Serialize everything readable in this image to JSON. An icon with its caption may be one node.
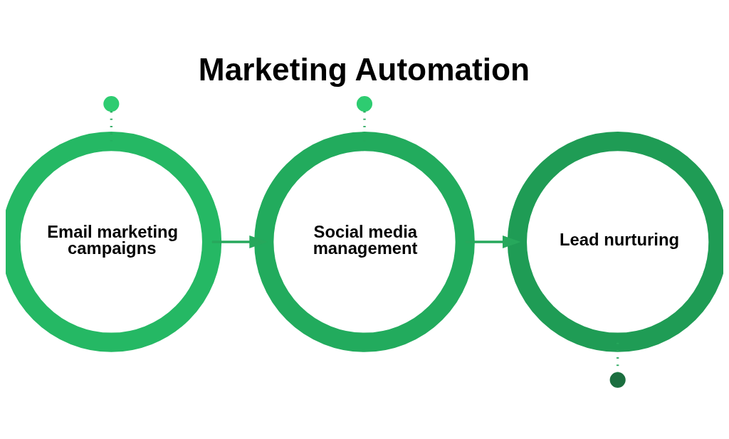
{
  "diagram": {
    "title": "Marketing Automation",
    "nodes": [
      {
        "text": [
          "Email marketing campaigns"
        ]
      },
      {
        "text": [
          "Social media management"
        ]
      },
      {
        "text": [
          "Lead nurturing"
        ]
      },
      {
        "text": [],
        "shape": "circle"
      },
      {
        "text": [],
        "shape": "circle"
      },
      {
        "text": [],
        "shape": "circle"
      }
    ],
    "edges": [
      {
        "from": 3,
        "to": 0,
        "arrow": "none",
        "style": "dashed"
      },
      {
        "from": 0,
        "to": 1,
        "arrow": "to"
      },
      {
        "from": 4,
        "to": 1,
        "arrow": "none",
        "style": "dashed"
      },
      {
        "from": 1,
        "to": 2,
        "arrow": "to"
      },
      {
        "from": 2,
        "to": 5,
        "arrow": "none",
        "style": "dashed"
      }
    ]
  }
}
